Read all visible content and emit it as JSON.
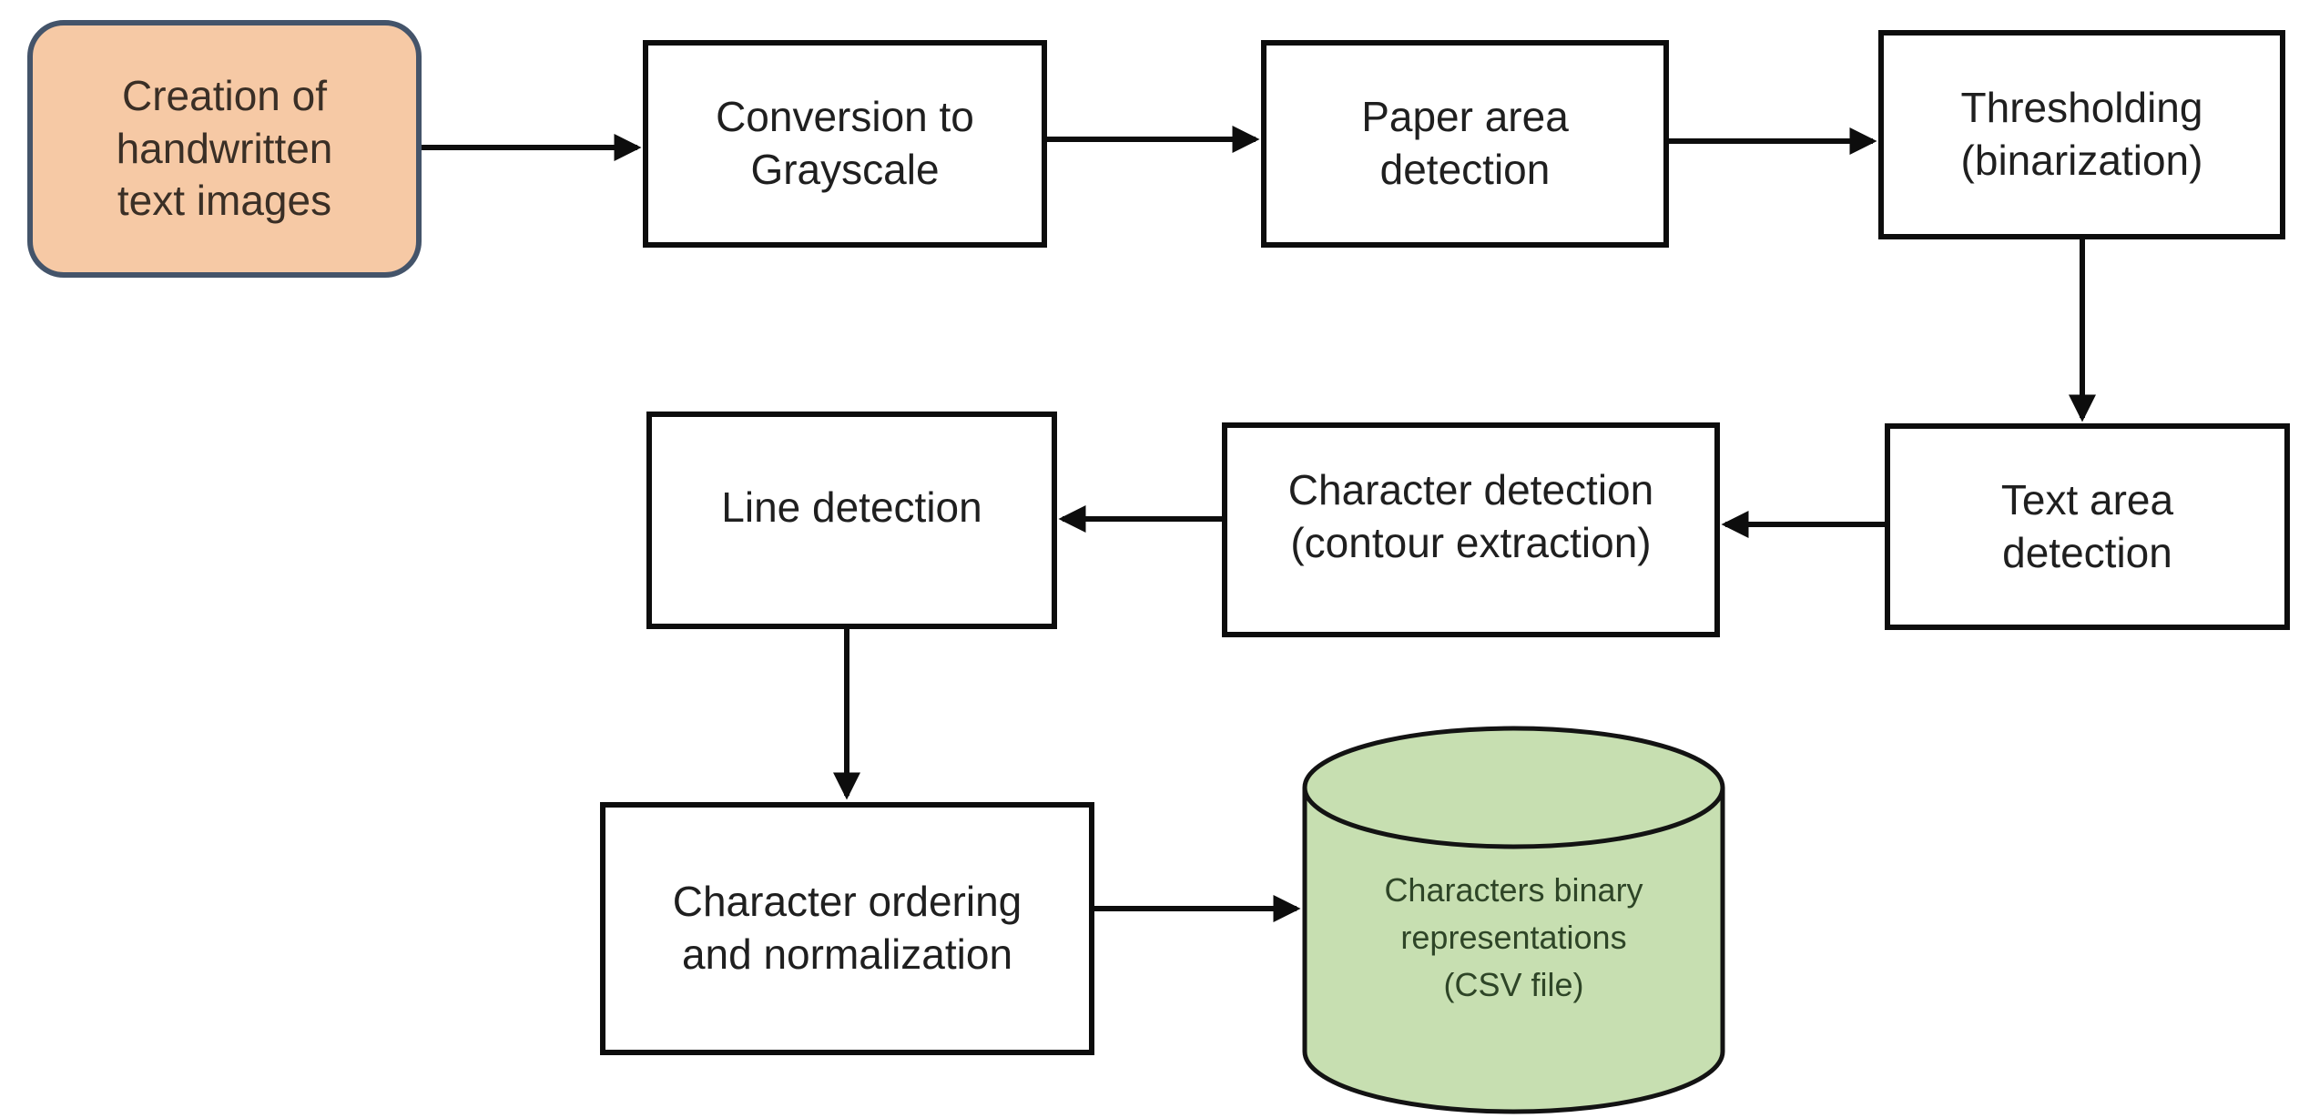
{
  "diagram": {
    "type": "flowchart",
    "background_color": "#ffffff",
    "colors": {
      "start_node_fill": "#f6c9a5",
      "start_node_border": "#44546a",
      "process_node_fill": "#ffffff",
      "process_node_border": "#0d0d0d",
      "datastore_fill": "#c7dfb1",
      "datastore_border": "#131313",
      "datastore_text": "#2e4527",
      "arrow_color": "#0d0d0d"
    },
    "nodes": {
      "creation": {
        "shape": "rounded-rectangle",
        "label": "Creation of\nhandwritten\ntext images"
      },
      "grayscale": {
        "shape": "rectangle",
        "label": "Conversion to\nGrayscale"
      },
      "paper_area": {
        "shape": "rectangle",
        "label": "Paper area\ndetection"
      },
      "thresholding": {
        "shape": "rectangle",
        "label": "Thresholding\n(binarization)"
      },
      "text_area": {
        "shape": "rectangle",
        "label": "Text area\ndetection"
      },
      "char_detection": {
        "shape": "rectangle",
        "label": "Character detection\n(contour extraction)"
      },
      "line_detection": {
        "shape": "rectangle",
        "label": "Line detection"
      },
      "char_ordering": {
        "shape": "rectangle",
        "label": "Character ordering\nand normalization"
      },
      "csv_store": {
        "shape": "cylinder",
        "label": "Characters binary\nrepresentations\n(CSV file)"
      }
    },
    "edges": [
      {
        "from": "creation",
        "to": "grayscale"
      },
      {
        "from": "grayscale",
        "to": "paper_area"
      },
      {
        "from": "paper_area",
        "to": "thresholding"
      },
      {
        "from": "thresholding",
        "to": "text_area"
      },
      {
        "from": "text_area",
        "to": "char_detection"
      },
      {
        "from": "char_detection",
        "to": "line_detection"
      },
      {
        "from": "line_detection",
        "to": "char_ordering"
      },
      {
        "from": "char_ordering",
        "to": "csv_store"
      }
    ]
  }
}
